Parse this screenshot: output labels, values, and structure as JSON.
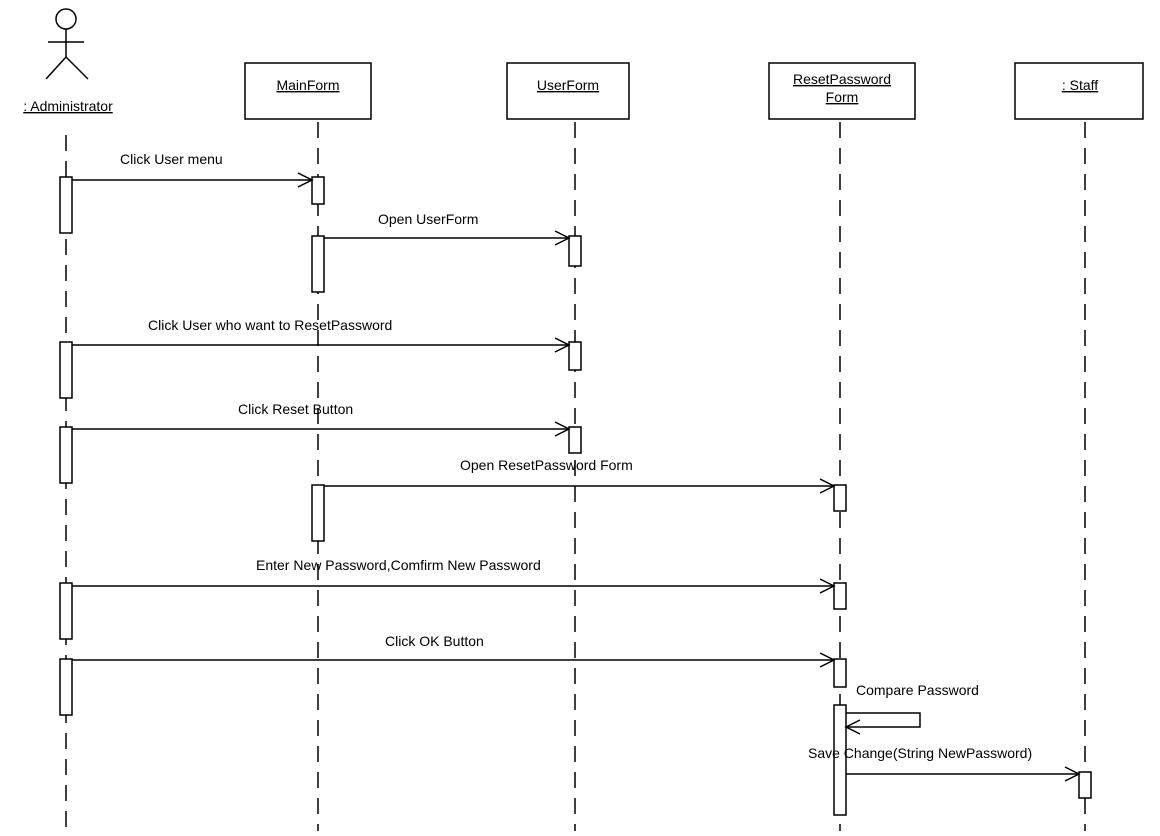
{
  "actor": {
    "name": ": Administrator"
  },
  "objects": [
    {
      "id": "mainform",
      "lines": [
        "MainForm"
      ]
    },
    {
      "id": "userform",
      "lines": [
        "UserForm"
      ]
    },
    {
      "id": "resetpasswordform",
      "lines": [
        "ResetPassword",
        "Form"
      ]
    },
    {
      "id": "staff",
      "lines": [
        ": Staff"
      ]
    }
  ],
  "messages": [
    {
      "id": "m1",
      "label": "Click User menu",
      "from": "administrator",
      "to": "mainform"
    },
    {
      "id": "m2",
      "label": "Open UserForm",
      "from": "mainform",
      "to": "userform"
    },
    {
      "id": "m3",
      "label": "Click User who want to ResetPassword",
      "from": "administrator",
      "to": "userform"
    },
    {
      "id": "m4",
      "label": "Click Reset Button",
      "from": "administrator",
      "to": "userform"
    },
    {
      "id": "m5",
      "label": "Open ResetPassword Form",
      "from": "mainform",
      "to": "resetpasswordform"
    },
    {
      "id": "m6",
      "label": "Enter New Password,Comfirm New Password",
      "from": "administrator",
      "to": "resetpasswordform"
    },
    {
      "id": "m7",
      "label": "Click OK Button",
      "from": "administrator",
      "to": "resetpasswordform"
    },
    {
      "id": "m8",
      "label": "Compare Password",
      "from": "resetpasswordform",
      "to": "resetpasswordform"
    },
    {
      "id": "m9",
      "label": "Save Change(String NewPassword)",
      "from": "resetpasswordform",
      "to": "staff"
    }
  ]
}
